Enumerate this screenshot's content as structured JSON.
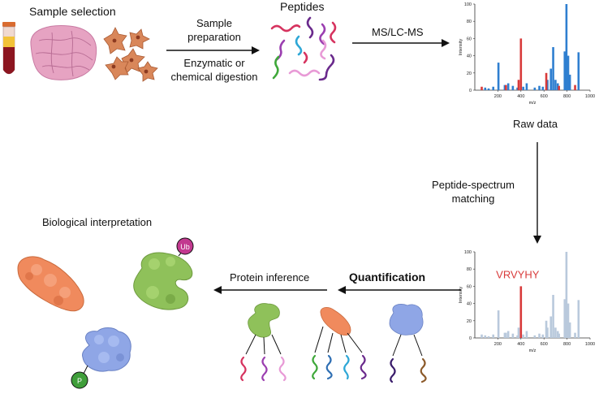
{
  "labels": {
    "sample_selection": "Sample selection",
    "sample_preparation_1": "Sample",
    "sample_preparation_2": "preparation",
    "digestion_1": "Enzymatic or",
    "digestion_2": "chemical digestion",
    "peptides": "Peptides",
    "ms_lcms": "MS/LC-MS",
    "raw_data": "Raw data",
    "psm_1": "Peptide-spectrum",
    "psm_2": "matching",
    "quantification": "Quantification",
    "protein_inference": "Protein inference",
    "biological_interpretation": "Biological interpretation",
    "peptide_sequence": "VRVYHY",
    "ptm_ub": "Ub",
    "ptm_p": "P"
  },
  "colors": {
    "arrow": "#111111",
    "spectrum_blue": "#2f7fd0",
    "spectrum_red": "#d83a3a",
    "spectrum_faded": "#b9c9dc",
    "protein_orange": "#f08a5d",
    "protein_green": "#8fc15a",
    "protein_blue": "#8fa6e6",
    "ub_magenta": "#c2398f",
    "p_green": "#3f9e3a",
    "tissue_pink": "#e6a3c2",
    "cell_orange": "#d9875a"
  },
  "chart_data": [
    {
      "type": "bar",
      "name": "raw-spectrum",
      "xlabel": "m/z",
      "ylabel": "Intensity",
      "xlim": [
        0,
        1000
      ],
      "ylim": [
        0,
        100
      ],
      "xticks": [
        200,
        400,
        600,
        800,
        1000
      ],
      "yticks": [
        0,
        20,
        40,
        60,
        80,
        100
      ],
      "series": [
        {
          "color": "blue",
          "x": [
            90,
            120,
            160,
            205,
            260,
            290,
            330,
            370,
            420,
            450,
            520,
            560,
            590,
            630,
            660,
            680,
            700,
            720,
            780,
            795,
            810,
            825,
            900
          ],
          "values": [
            3,
            2,
            4,
            32,
            6,
            8,
            5,
            3,
            4,
            8,
            3,
            5,
            4,
            12,
            25,
            50,
            12,
            8,
            45,
            100,
            40,
            18,
            44
          ]
        },
        {
          "color": "red",
          "x": [
            60,
            270,
            380,
            400,
            620,
            730,
            870
          ],
          "values": [
            4,
            6,
            12,
            60,
            20,
            5,
            6
          ]
        }
      ]
    },
    {
      "type": "bar",
      "name": "matched-spectrum",
      "xlabel": "m/z",
      "ylabel": "Intensity",
      "xlim": [
        0,
        1000
      ],
      "ylim": [
        0,
        100
      ],
      "xticks": [
        200,
        400,
        600,
        800,
        1000
      ],
      "yticks": [
        0,
        20,
        40,
        60,
        80,
        100
      ],
      "annotation": "VRVYHY",
      "series": [
        {
          "color": "faded",
          "x": [
            60,
            90,
            120,
            160,
            205,
            260,
            270,
            290,
            330,
            370,
            380,
            420,
            450,
            520,
            560,
            590,
            620,
            630,
            660,
            680,
            700,
            720,
            730,
            780,
            795,
            810,
            825,
            870,
            900
          ],
          "values": [
            4,
            3,
            2,
            4,
            32,
            6,
            6,
            8,
            5,
            3,
            12,
            4,
            8,
            3,
            5,
            4,
            20,
            12,
            25,
            50,
            12,
            8,
            5,
            45,
            100,
            40,
            18,
            6,
            44
          ]
        },
        {
          "color": "red",
          "x": [
            400
          ],
          "values": [
            60
          ]
        }
      ]
    }
  ]
}
